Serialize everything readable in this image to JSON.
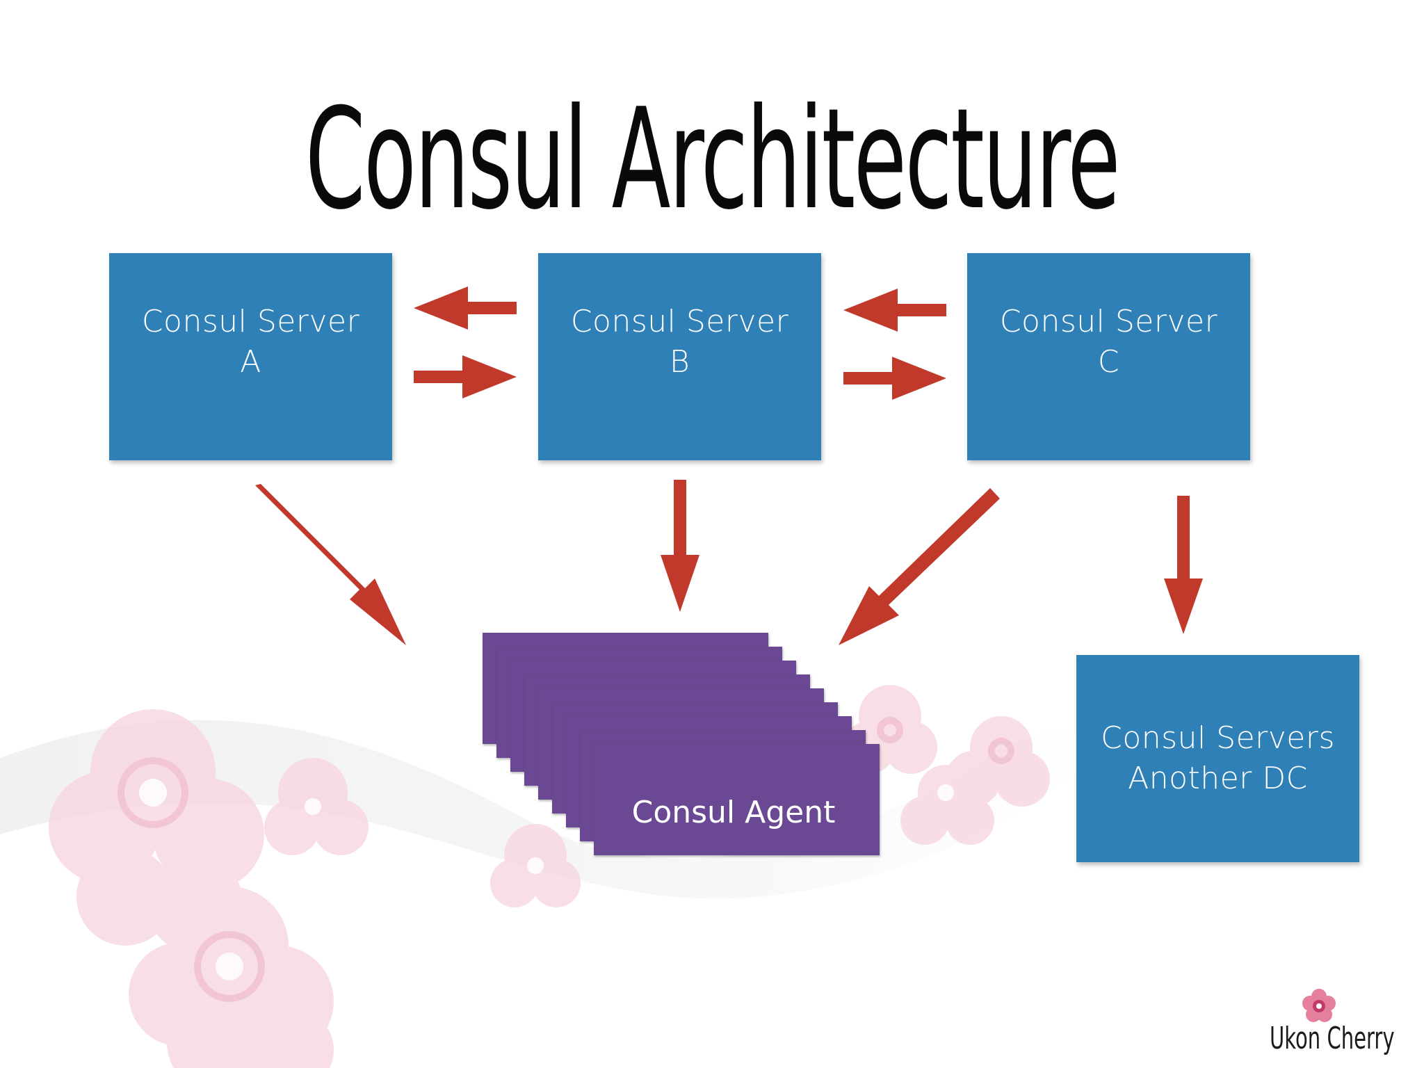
{
  "slide": {
    "title": "Consul Architecture"
  },
  "servers": [
    {
      "label": "Consul Server\nA"
    },
    {
      "label": "Consul Server\nB"
    },
    {
      "label": "Consul Server\nC"
    }
  ],
  "other_dc": {
    "label": "Consul Servers\nAnother DC"
  },
  "agent": {
    "label": "Consul Agent"
  },
  "brand": {
    "name": "Ukon Cherry"
  },
  "colors": {
    "server_box": "#2f80b7",
    "agent_box": "#6a4893",
    "arrow": "#c0392b",
    "title": "#0a0a0a"
  },
  "icons": [
    "cherry-blossom-decoration",
    "arrow"
  ]
}
